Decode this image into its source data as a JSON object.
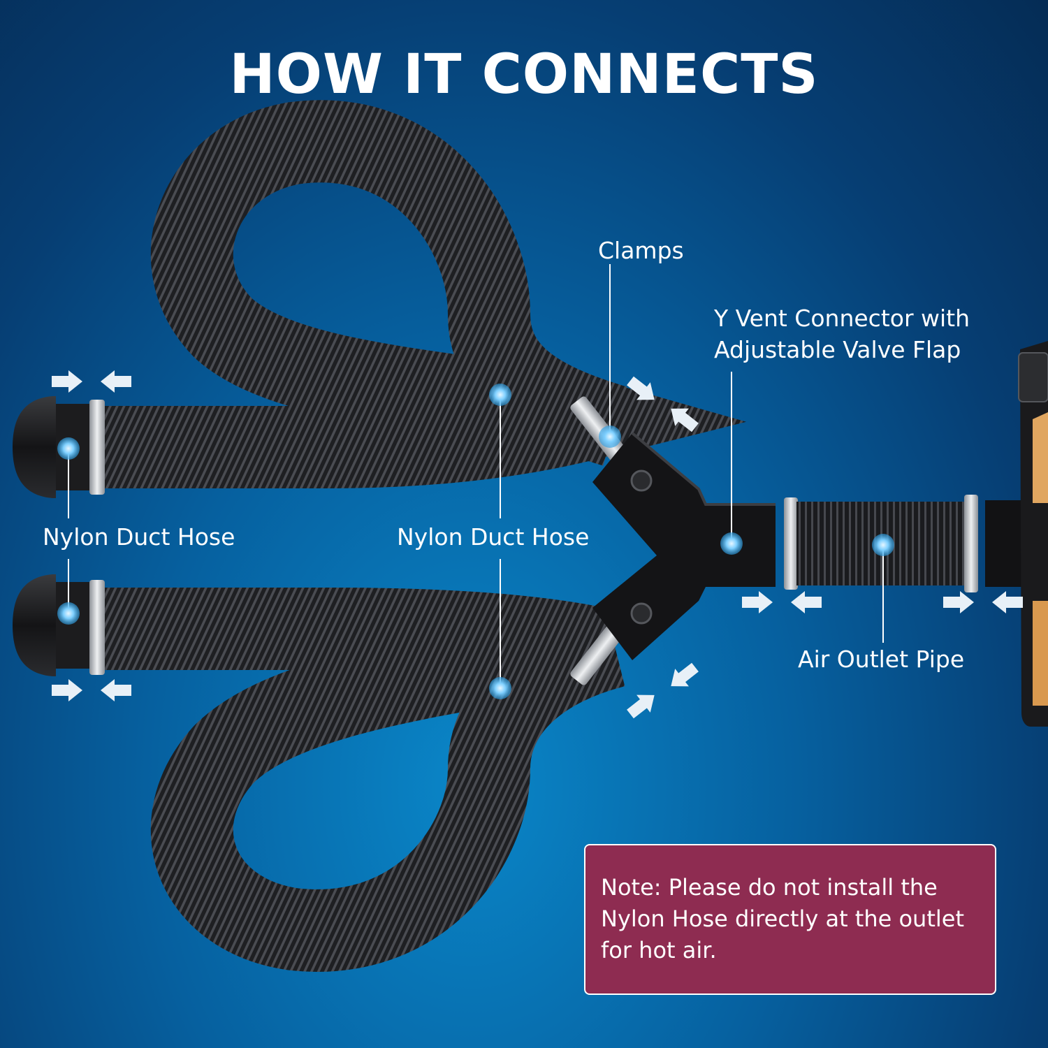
{
  "header": {
    "title": "HOW IT CONNECTS"
  },
  "labels": {
    "clamps": "Clamps",
    "y_connector_line1": "Y Vent Connector with",
    "y_connector_line2": "Adjustable Valve Flap",
    "nylon_left": "Nylon Duct Hose",
    "nylon_center": "Nylon Duct Hose",
    "air_outlet": "Air Outlet Pipe"
  },
  "note": {
    "line1": "Note:  Please do not install the",
    "line2": "Nylon Hose directly at the outlet",
    "line3": "for hot air."
  },
  "colors": {
    "background": "#06609f",
    "hose": "#1d1d1f",
    "note_background": "#8e2c51",
    "text": "#ffffff",
    "heater_accent": "#e0a660"
  }
}
